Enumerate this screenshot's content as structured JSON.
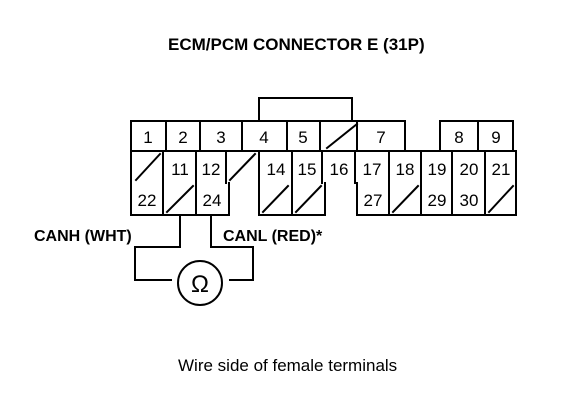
{
  "diagram": {
    "title": "ECM/PCM CONNECTOR E (31P)",
    "caption": "Wire side of female terminals",
    "probe_labels": {
      "canh": "CANH (WHT)",
      "canl": "CANL (RED)*"
    },
    "meter_symbol": "Ω",
    "connector": {
      "row1": [
        "1",
        "2",
        "3",
        "4",
        "5",
        "",
        "7",
        "",
        "8",
        "9"
      ],
      "row2": [
        "",
        "11",
        "12",
        "",
        "14",
        "15",
        "16",
        "17",
        "18",
        "19",
        "20",
        "21"
      ],
      "row3": [
        "22",
        "",
        "24",
        "",
        "",
        "27",
        "",
        "29",
        "30",
        ""
      ]
    }
  }
}
